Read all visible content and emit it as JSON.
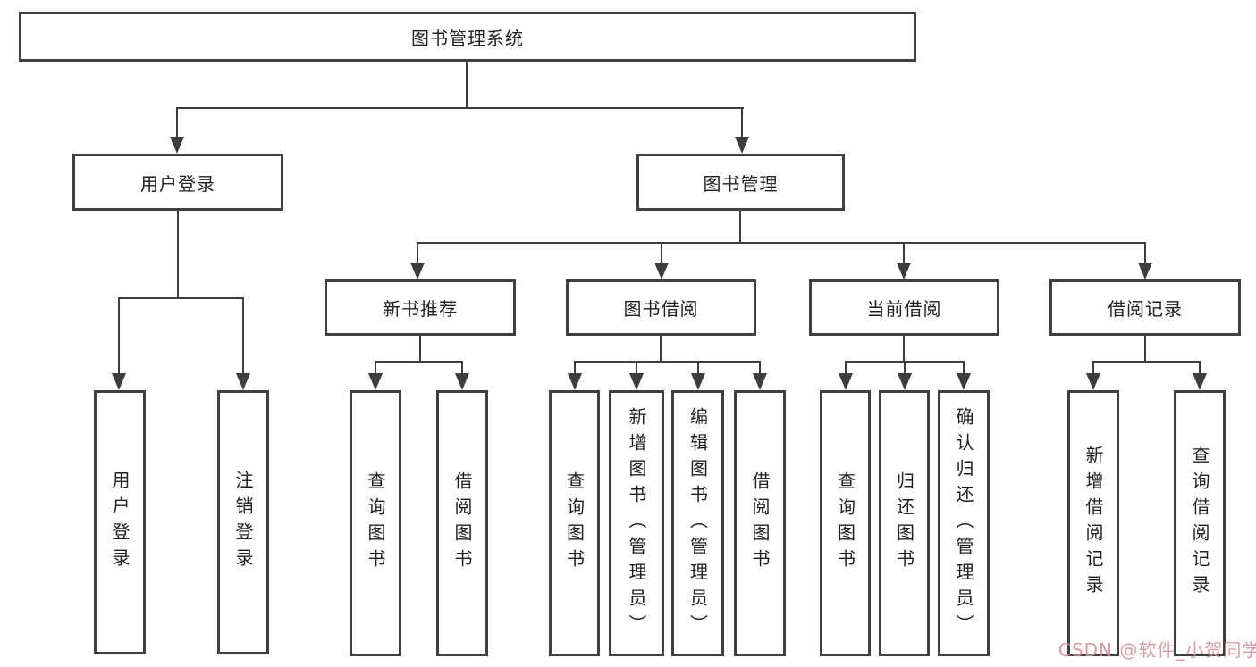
{
  "diagram_title": "图书管理系统",
  "watermark": "CSDN @软件_小贺同学",
  "colors": {
    "line": "#3d3d3d",
    "box_border": "#3f3f3f",
    "text": "#1f1f1f",
    "background": "#ffffff",
    "watermark": "#cf8f98"
  },
  "tree": {
    "label": "图书管理系统",
    "children": [
      {
        "label": "用户登录",
        "children": [
          {
            "label": "用户登录"
          },
          {
            "label": "注销登录"
          }
        ]
      },
      {
        "label": "图书管理",
        "children": [
          {
            "label": "新书推荐",
            "children": [
              {
                "label": "查询图书"
              },
              {
                "label": "借阅图书"
              }
            ]
          },
          {
            "label": "图书借阅",
            "children": [
              {
                "label": "查询图书"
              },
              {
                "label": "新增图书（管理员）"
              },
              {
                "label": "编辑图书（管理员）"
              },
              {
                "label": "借阅图书"
              }
            ]
          },
          {
            "label": "当前借阅",
            "children": [
              {
                "label": "查询图书"
              },
              {
                "label": "归还图书"
              },
              {
                "label": "确认归还（管理员）"
              }
            ]
          },
          {
            "label": "借阅记录",
            "children": [
              {
                "label": "新增借阅记录"
              },
              {
                "label": "查询借阅记录"
              }
            ]
          }
        ]
      }
    ]
  }
}
